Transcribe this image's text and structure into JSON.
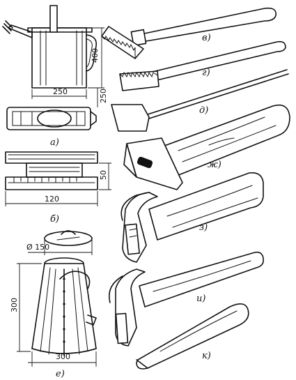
{
  "labels": {
    "a": "а)",
    "b": "б)",
    "v": "в)",
    "g": "г)",
    "d": "д)",
    "e": "е)",
    "zh": "ж)",
    "z": "з)",
    "i": "и)",
    "k": "к)"
  },
  "dimensions": {
    "a_height": "400",
    "a_width": "250",
    "a_plan": "250",
    "b_height": "50",
    "b_length": "120",
    "e_diameter": "Ø 150",
    "e_height": "300",
    "e_base": "300"
  }
}
